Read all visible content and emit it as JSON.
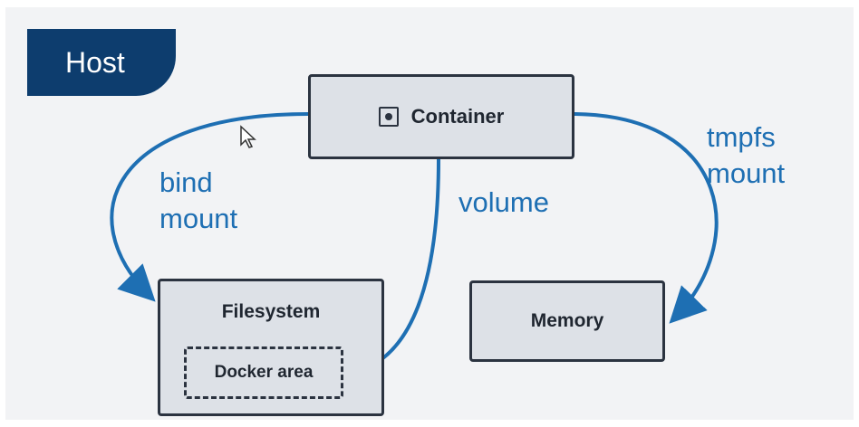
{
  "host": {
    "label": "Host"
  },
  "boxes": {
    "container": "Container",
    "filesystem": "Filesystem",
    "docker_area": "Docker area",
    "memory": "Memory"
  },
  "mounts": {
    "bind": [
      "bind",
      "mount"
    ],
    "volume": "volume",
    "tmpfs": [
      "tmpfs",
      "mount"
    ]
  },
  "colors": {
    "host_tab": "#0d3d6e",
    "arrow": "#1e6fb3",
    "box_fill": "#dde1e7",
    "background": "#f2f3f5"
  }
}
